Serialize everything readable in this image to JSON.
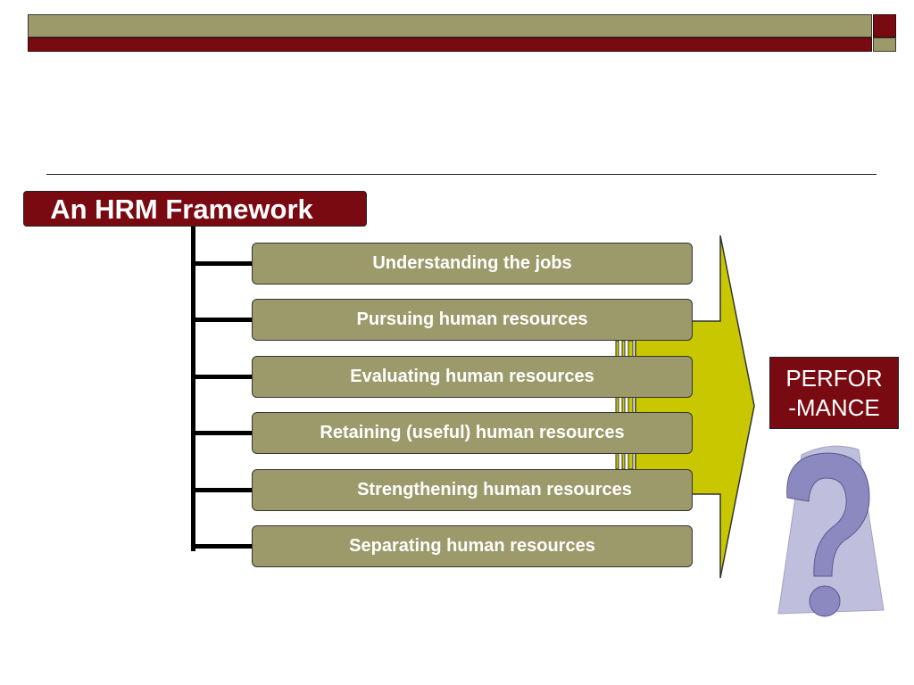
{
  "slide": {
    "title": "An HRM Framework",
    "items": [
      "Understanding the jobs",
      "Pursuing human resources",
      "Evaluating human resources",
      "Retaining (useful) human resources",
      "Strengthening human resources",
      "Separating human resources"
    ],
    "result_line1": "PERFOR",
    "result_line2": "-MANCE"
  },
  "icons": {
    "arrow": "right-arrow-icon",
    "question": "question-mark-icon"
  },
  "colors": {
    "maroon": "#7a0a12",
    "olive": "#9c9a6a",
    "arrow_yellow": "#c9c800",
    "question_purple": "#8c89c0"
  }
}
